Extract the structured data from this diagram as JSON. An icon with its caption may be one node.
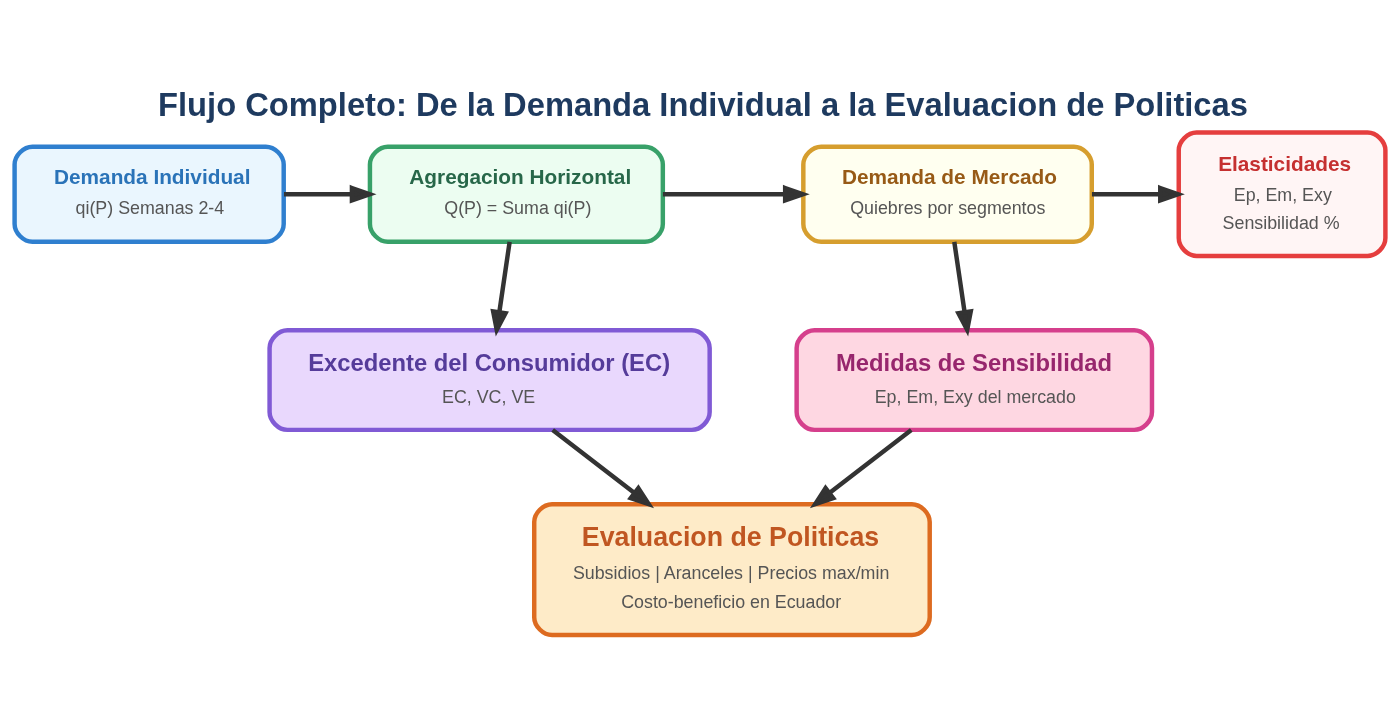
{
  "diagram": {
    "title": "Flujo Completo: De la Demanda Individual a la Evaluacion de Politicas",
    "nodes": [
      {
        "text": [
          "Demanda Individual",
          "qi(P) Semanas 2-4"
        ]
      },
      {
        "text": [
          "Agregacion Horizontal",
          "Q(P) = Suma qi(P)"
        ]
      },
      {
        "text": [
          "Demanda de Mercado",
          "Quiebres por segmentos"
        ]
      },
      {
        "text": [
          "Elasticidades",
          "Ep, Em, Exy",
          "Sensibilidad %"
        ]
      },
      {
        "text": [
          "Excedente del Consumidor (EC)",
          "EC, VC, VE"
        ]
      },
      {
        "text": [
          "Medidas de Sensibilidad",
          "Ep, Em, Exy del mercado"
        ]
      },
      {
        "text": [
          "Evaluacion de Politicas",
          "Subsidios | Aranceles | Precios max/min",
          "Costo-beneficio en Ecuador"
        ]
      }
    ],
    "edges": [
      {
        "from": 0,
        "to": 1,
        "arrow": "to"
      },
      {
        "from": 1,
        "to": 2,
        "arrow": "to"
      },
      {
        "from": 2,
        "to": 3,
        "arrow": "to"
      },
      {
        "from": 1,
        "to": 4,
        "arrow": "to"
      },
      {
        "from": 2,
        "to": 5,
        "arrow": "to"
      },
      {
        "from": 4,
        "to": 6,
        "arrow": "to"
      },
      {
        "from": 5,
        "to": 6,
        "arrow": "to"
      }
    ]
  }
}
